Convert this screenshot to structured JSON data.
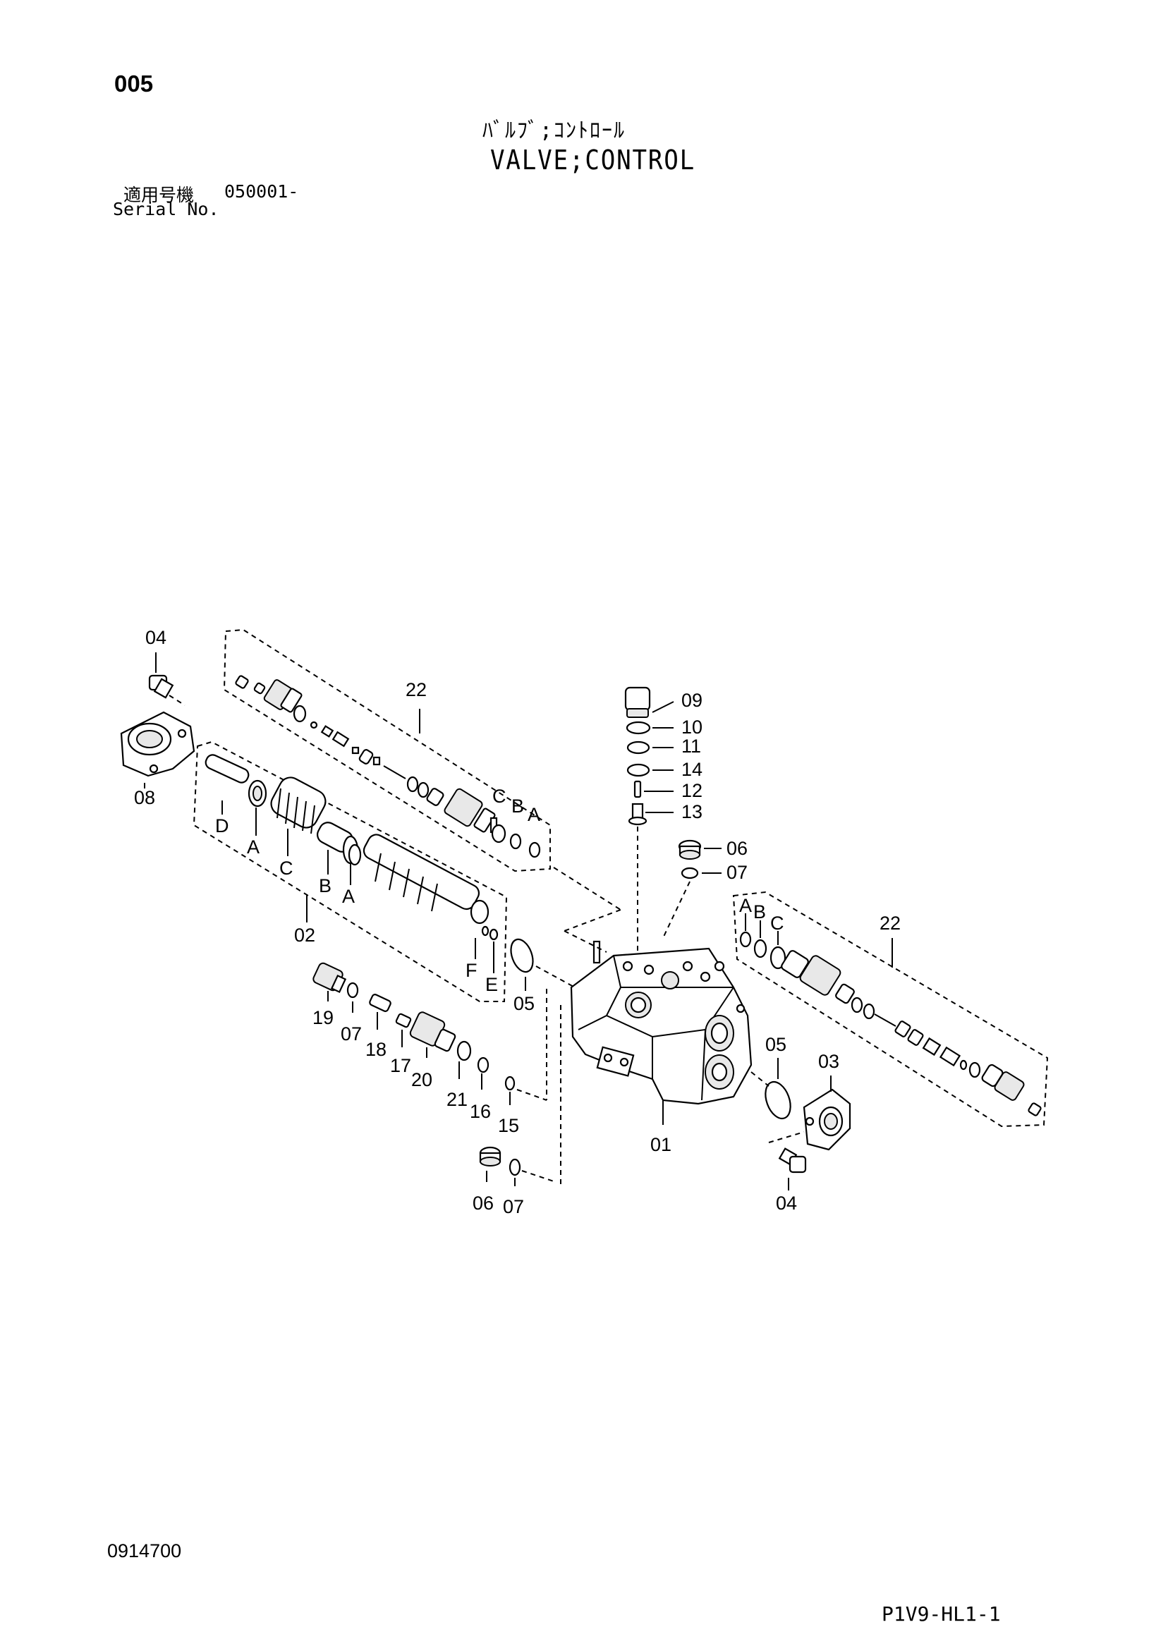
{
  "header": {
    "page_number": "005",
    "title_jp": "ﾊﾞﾙﾌﾞ;ｺﾝﾄﾛｰﾙ",
    "title_en": "VALVE;CONTROL",
    "serial_label_jp": "適用号機",
    "serial_range": "050001-",
    "serial_label_en": "Serial No."
  },
  "footer": {
    "doc_number": "0914700",
    "page_code": "P1V9-HL1-1"
  },
  "callouts": {
    "p01": "01",
    "p02": "02",
    "p03": "03",
    "p04a": "04",
    "p04b": "04",
    "p05a": "05",
    "p05b": "05",
    "p06a": "06",
    "p06b": "06",
    "p07a": "07",
    "p07b": "07",
    "p07c": "07",
    "p08": "08",
    "p09": "09",
    "p10": "10",
    "p11": "11",
    "p12": "12",
    "p13": "13",
    "p14": "14",
    "p15": "15",
    "p16": "16",
    "p17": "17",
    "p18": "18",
    "p19": "19",
    "p20": "20",
    "p21": "21",
    "p22a": "22",
    "p22b": "22",
    "sub_a1": "A",
    "sub_b1": "B",
    "sub_c1": "C",
    "sub_a2": "A",
    "sub_b2": "B",
    "sub_c2": "C",
    "sub_d2": "D",
    "sub_a3": "A",
    "sub_e2": "E",
    "sub_f2": "F",
    "sub_a4": "A",
    "sub_b4": "B",
    "sub_c4": "C"
  }
}
